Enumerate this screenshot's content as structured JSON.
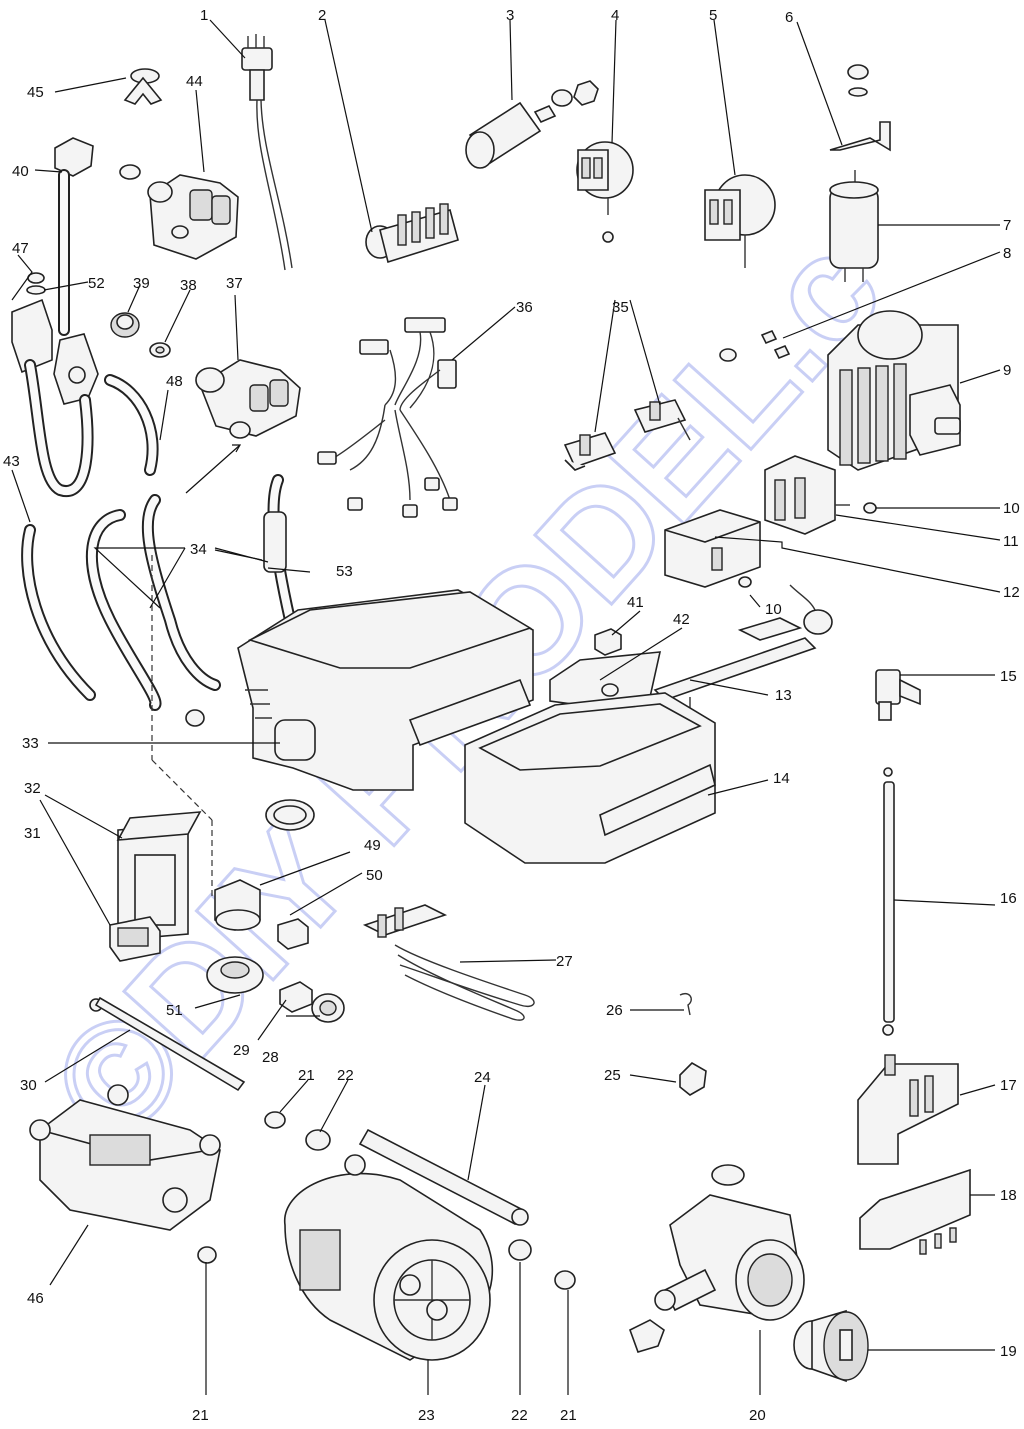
{
  "watermark": "©DIY PRODEL.c",
  "labels": [
    {
      "id": "p1",
      "text": "1"
    },
    {
      "id": "p2",
      "text": "2"
    },
    {
      "id": "p3",
      "text": "3"
    },
    {
      "id": "p4",
      "text": "4"
    },
    {
      "id": "p5",
      "text": "5"
    },
    {
      "id": "p6",
      "text": "6"
    },
    {
      "id": "p7",
      "text": "7"
    },
    {
      "id": "p8",
      "text": "8"
    },
    {
      "id": "p9",
      "text": "9"
    },
    {
      "id": "p10a",
      "text": "10"
    },
    {
      "id": "p10b",
      "text": "10"
    },
    {
      "id": "p11",
      "text": "11"
    },
    {
      "id": "p12",
      "text": "12"
    },
    {
      "id": "p13",
      "text": "13"
    },
    {
      "id": "p14",
      "text": "14"
    },
    {
      "id": "p15",
      "text": "15"
    },
    {
      "id": "p16",
      "text": "16"
    },
    {
      "id": "p17",
      "text": "17"
    },
    {
      "id": "p18",
      "text": "18"
    },
    {
      "id": "p19",
      "text": "19"
    },
    {
      "id": "p20",
      "text": "20"
    },
    {
      "id": "p21a",
      "text": "21"
    },
    {
      "id": "p21b",
      "text": "21"
    },
    {
      "id": "p21c",
      "text": "21"
    },
    {
      "id": "p21d",
      "text": "21"
    },
    {
      "id": "p22a",
      "text": "22"
    },
    {
      "id": "p22b",
      "text": "22"
    },
    {
      "id": "p23",
      "text": "23"
    },
    {
      "id": "p24",
      "text": "24"
    },
    {
      "id": "p25",
      "text": "25"
    },
    {
      "id": "p26",
      "text": "26"
    },
    {
      "id": "p27",
      "text": "27"
    },
    {
      "id": "p28",
      "text": "28"
    },
    {
      "id": "p29",
      "text": "29"
    },
    {
      "id": "p30",
      "text": "30"
    },
    {
      "id": "p31",
      "text": "31"
    },
    {
      "id": "p32",
      "text": "32"
    },
    {
      "id": "p33",
      "text": "33"
    },
    {
      "id": "p34",
      "text": "34"
    },
    {
      "id": "p35",
      "text": "35"
    },
    {
      "id": "p36",
      "text": "36"
    },
    {
      "id": "p37",
      "text": "37"
    },
    {
      "id": "p38",
      "text": "38"
    },
    {
      "id": "p39",
      "text": "39"
    },
    {
      "id": "p40",
      "text": "40"
    },
    {
      "id": "p41",
      "text": "41"
    },
    {
      "id": "p42",
      "text": "42"
    },
    {
      "id": "p43",
      "text": "43"
    },
    {
      "id": "p44",
      "text": "44"
    },
    {
      "id": "p45",
      "text": "45"
    },
    {
      "id": "p46",
      "text": "46"
    },
    {
      "id": "p47",
      "text": "47"
    },
    {
      "id": "p48",
      "text": "48"
    },
    {
      "id": "p49",
      "text": "49"
    },
    {
      "id": "p50",
      "text": "50"
    },
    {
      "id": "p51",
      "text": "51"
    },
    {
      "id": "p52",
      "text": "52"
    },
    {
      "id": "p53",
      "text": "53"
    }
  ]
}
